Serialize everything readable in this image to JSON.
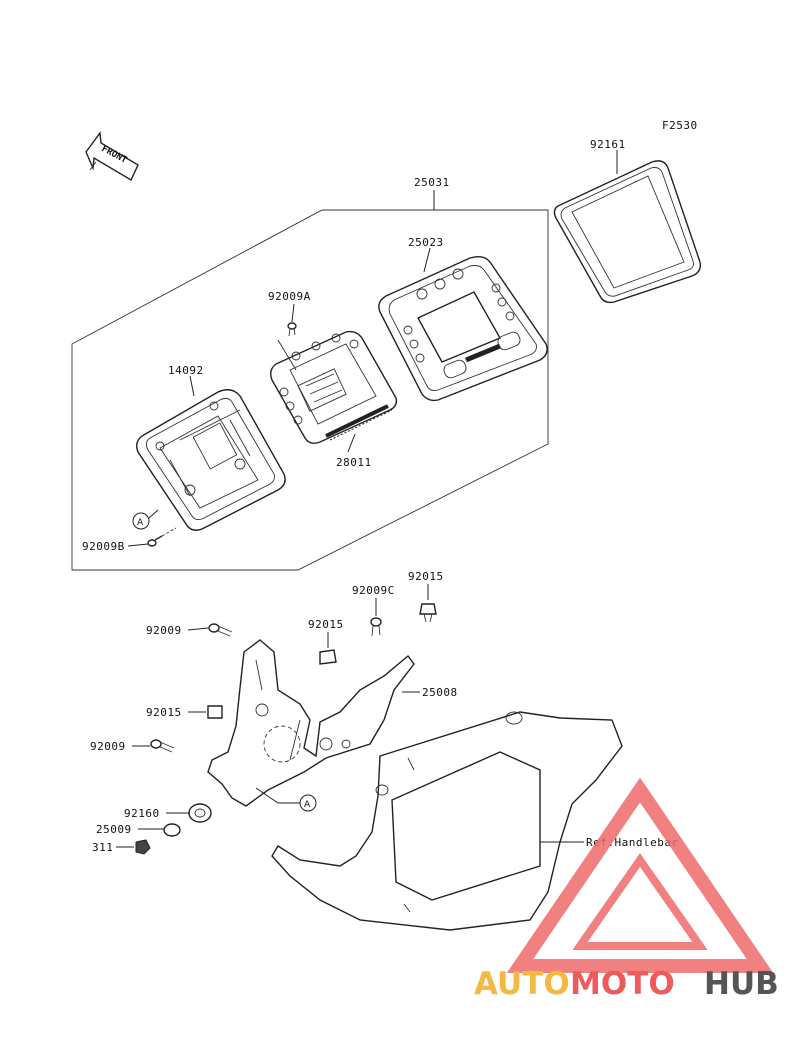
{
  "figure_code": "F2530",
  "front_arrow_label": "FRONT",
  "callout_letter": "A",
  "reference_text": "Ref.Handlebar",
  "parts": {
    "p92161": "92161",
    "p25031": "25031",
    "p25023": "25023",
    "p92009A": "92009A",
    "p14092": "14092",
    "p28011": "28011",
    "p92009B": "92009B",
    "p92009C": "92009C",
    "p92015_top": "92015",
    "p92009_top": "92009",
    "p92015_mid": "92015",
    "p25008": "25008",
    "p92015_left": "92015",
    "p92009_left": "92009",
    "p92160": "92160",
    "p25009": "25009",
    "p311": "311"
  },
  "watermark": {
    "part1": "AUTO",
    "part2": "MOTO",
    "part3": "HUB",
    "colors": {
      "part1": "#f4b942",
      "part2": "#ef5b5b",
      "part3": "#555555",
      "logo": "#ef6b6b"
    }
  }
}
